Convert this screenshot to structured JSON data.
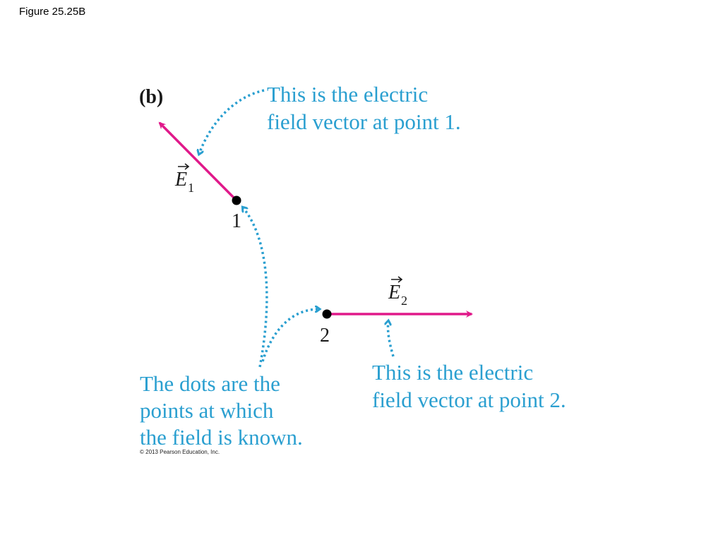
{
  "figure_label": "Figure 25.25B",
  "panel_label": "(b)",
  "colors": {
    "vector": "#e0198a",
    "annotation": "#2a9fd0",
    "dot": "#000000"
  },
  "points": [
    {
      "label": "1",
      "vector_symbol": "E",
      "vector_subscript": "1"
    },
    {
      "label": "2",
      "vector_symbol": "E",
      "vector_subscript": "2"
    }
  ],
  "annotations": {
    "point1": [
      "This is the electric",
      "field vector at point 1."
    ],
    "point2": [
      "This is the electric",
      "field vector at point 2."
    ],
    "dots": [
      "The dots are the",
      "points at which",
      "the field is known."
    ]
  },
  "copyright": "© 2013 Pearson Education, Inc."
}
